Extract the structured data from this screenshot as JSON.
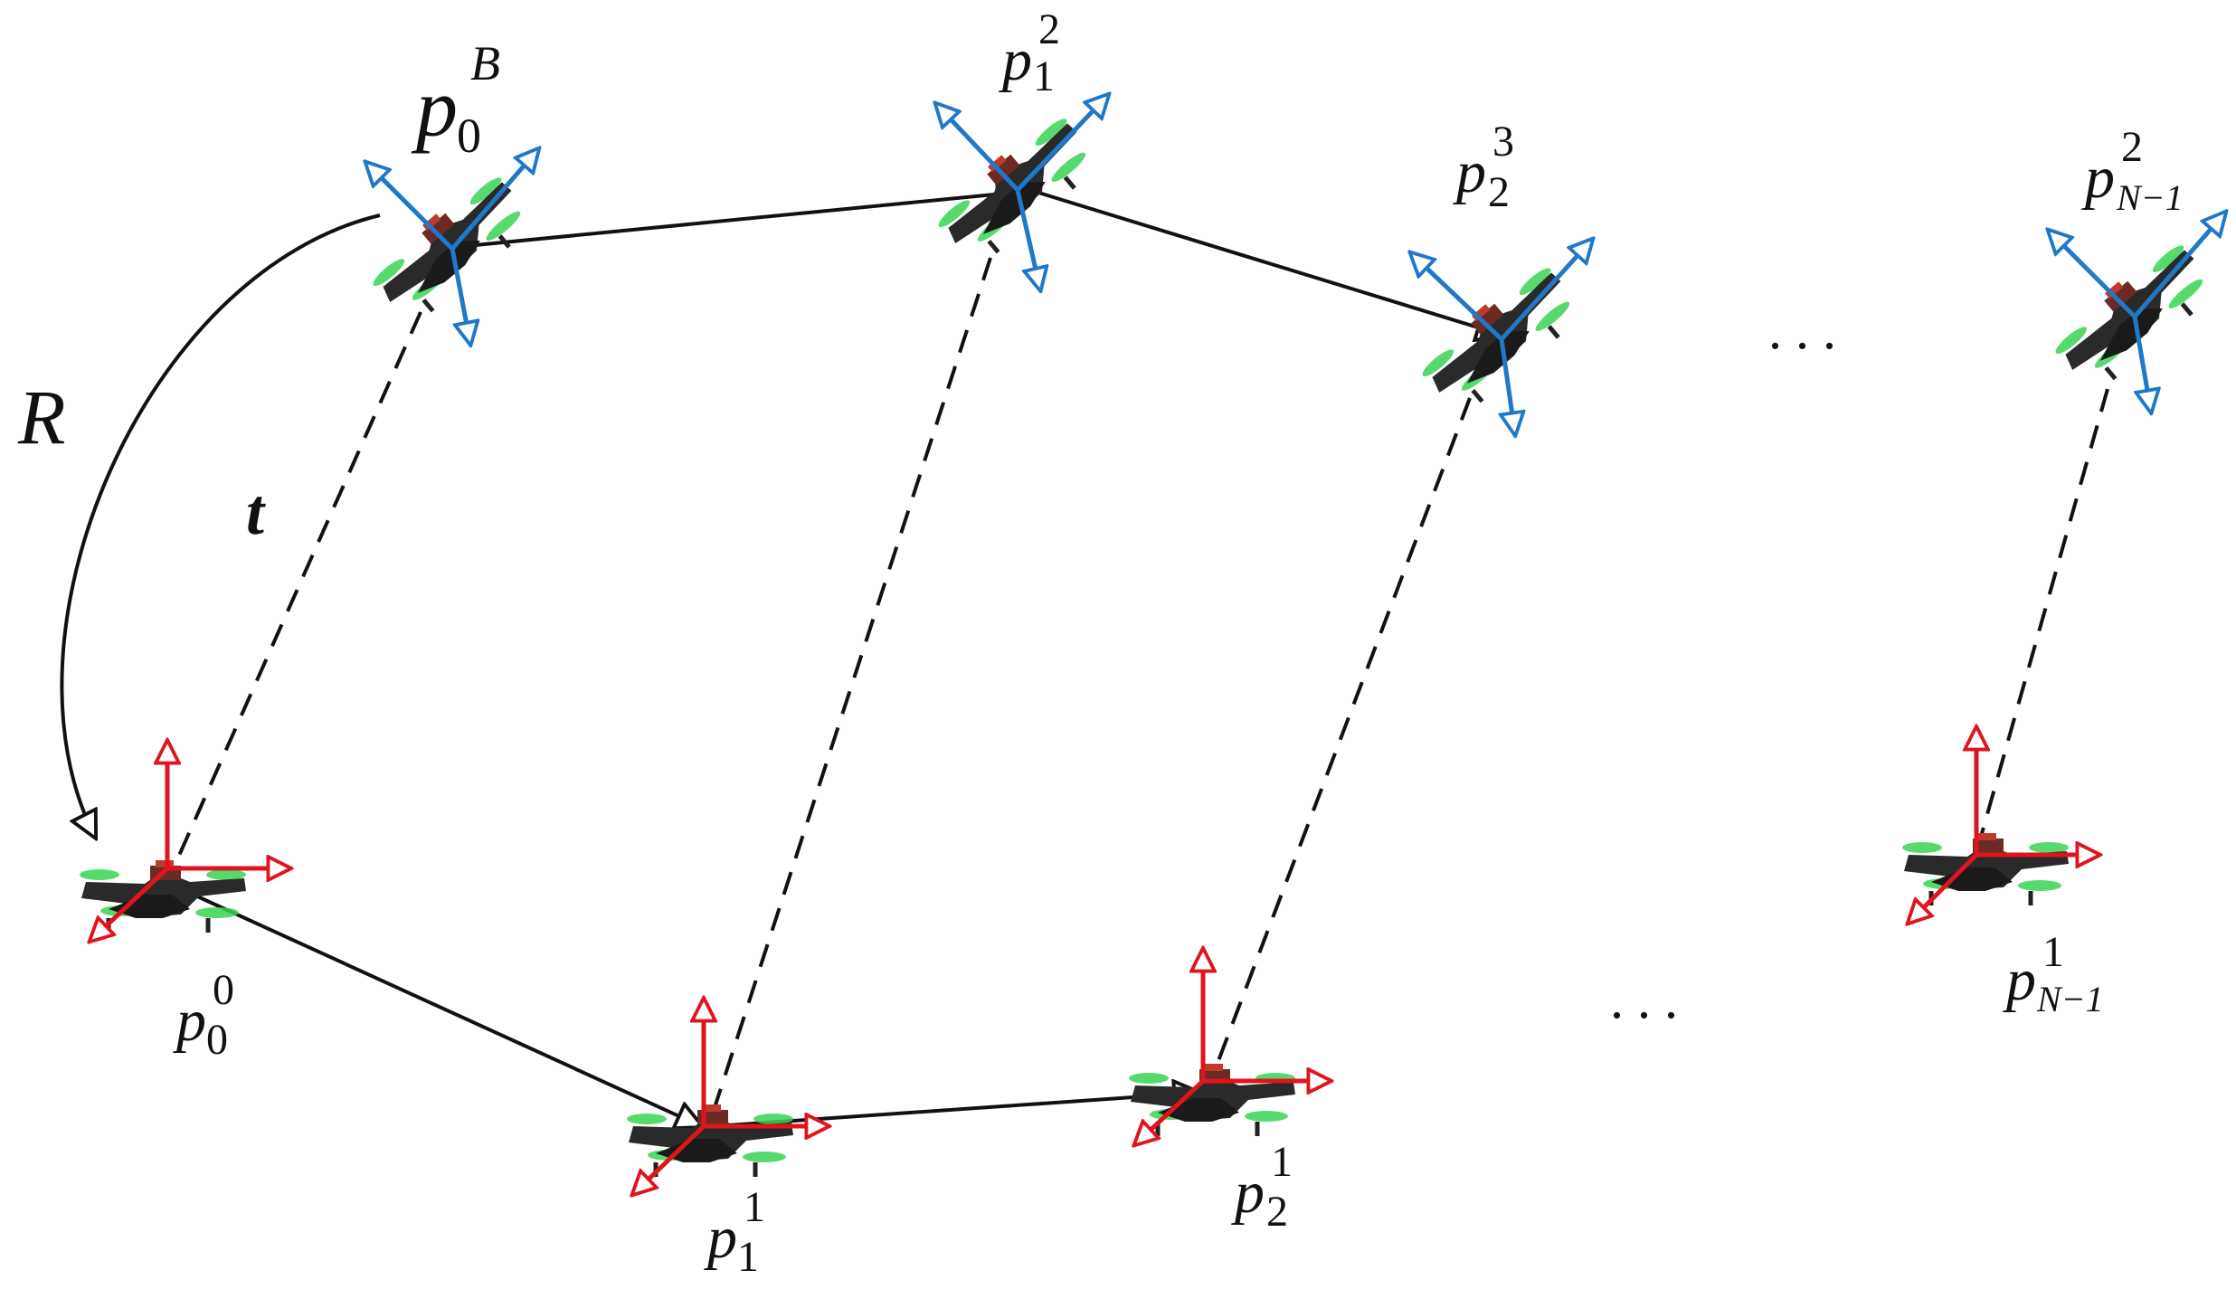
{
  "diagram": {
    "rotation_label": "R",
    "translation_label": "t",
    "ellipsis_top": ". . .",
    "ellipsis_bottom": ". . .",
    "colors": {
      "drone_frame_a": "#blue",
      "drone_frame_b": "#red",
      "axis_blue": "#1f78c8",
      "axis_red": "#e0141e",
      "line": "#111111",
      "drone_body": "#2a2a2a",
      "propeller": "#39d353"
    },
    "top_poses": [
      {
        "base": "p",
        "sub": "0",
        "sup": "B"
      },
      {
        "base": "p",
        "sub": "1",
        "sup": "2"
      },
      {
        "base": "p",
        "sub": "2",
        "sup": "3"
      },
      {
        "base": "p",
        "sub": "N−1",
        "sup": "2"
      }
    ],
    "bottom_poses": [
      {
        "base": "p",
        "sub": "0",
        "sup": "0"
      },
      {
        "base": "p",
        "sub": "1",
        "sup": "1"
      },
      {
        "base": "p",
        "sub": "2",
        "sup": "1"
      },
      {
        "base": "p",
        "sub": "N−1",
        "sup": "1"
      }
    ]
  }
}
